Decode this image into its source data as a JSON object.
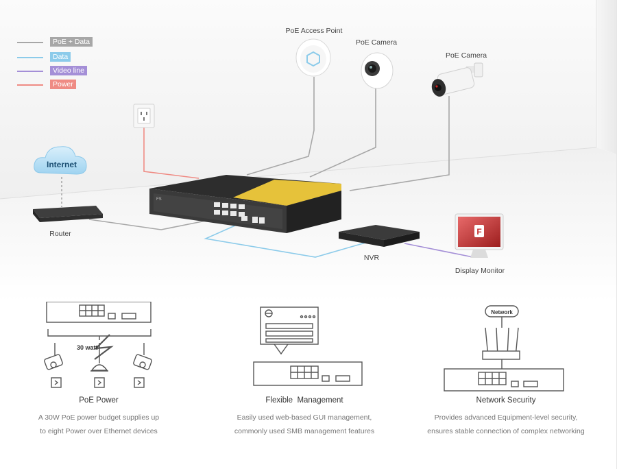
{
  "legend": [
    {
      "label": "PoE + Data",
      "color": "#a7a7a7"
    },
    {
      "label": "Data",
      "color": "#8ccbea"
    },
    {
      "label": "Video line",
      "color": "#a48fd7"
    },
    {
      "label": "Power",
      "color": "#ef8b84"
    }
  ],
  "devices": {
    "access_point": "PoE Access Point",
    "camera_dome": "PoE Camera",
    "camera_bullet": "PoE Camera",
    "internet": "Internet",
    "router": "Router",
    "nvr": "NVR",
    "monitor": "Display Monitor",
    "callout_watt": "30 watt",
    "network_badge": "Network"
  },
  "features": [
    {
      "title": "PoE Power",
      "lines": [
        "A 30W PoE power budget supplies up",
        "to eight Power over Ethernet devices"
      ]
    },
    {
      "title": "Flexible  Management",
      "lines": [
        "Easily used web-based GUI management,",
        "commonly used SMB management features"
      ]
    },
    {
      "title": "Network Security",
      "lines": [
        "Provides advanced Equipment-level security,",
        "ensures stable connection of complex networking"
      ]
    }
  ]
}
